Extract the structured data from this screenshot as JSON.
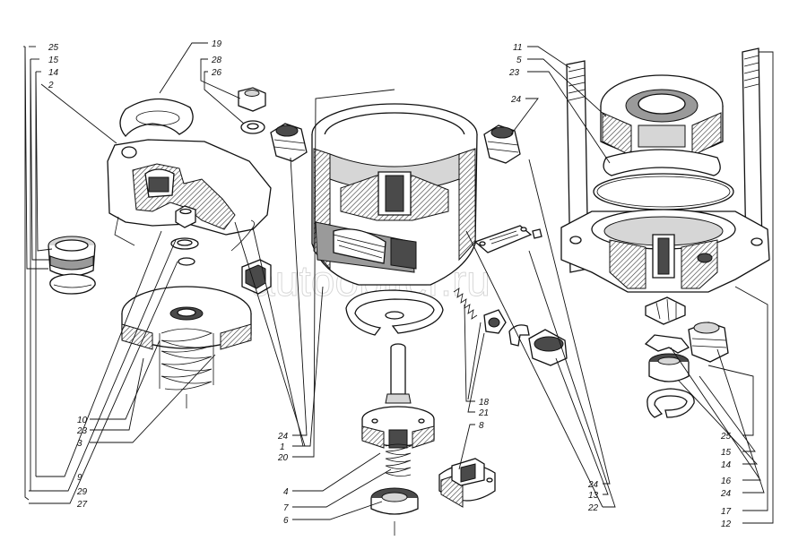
{
  "watermark": "autoopiter.ru",
  "labels": {
    "l25a": "25",
    "l15a": "15",
    "l14a": "14",
    "l2": "2",
    "l19": "19",
    "l28": "28",
    "l26": "26",
    "l10": "10",
    "l23a": "23",
    "l3": "3",
    "l9": "9",
    "l29": "29",
    "l27": "27",
    "l24a": "24",
    "l1": "1",
    "l20": "20",
    "l4": "4",
    "l7": "7",
    "l6": "6",
    "l18": "18",
    "l21": "21",
    "l8": "8",
    "l24b": "24",
    "l13": "13",
    "l22": "22",
    "l11": "11",
    "l5": "5",
    "l23b": "23",
    "l24c": "24",
    "l25b": "25",
    "l15b": "15",
    "l14b": "14",
    "l16": "16",
    "l24d": "24",
    "l17": "17",
    "l12": "12"
  }
}
